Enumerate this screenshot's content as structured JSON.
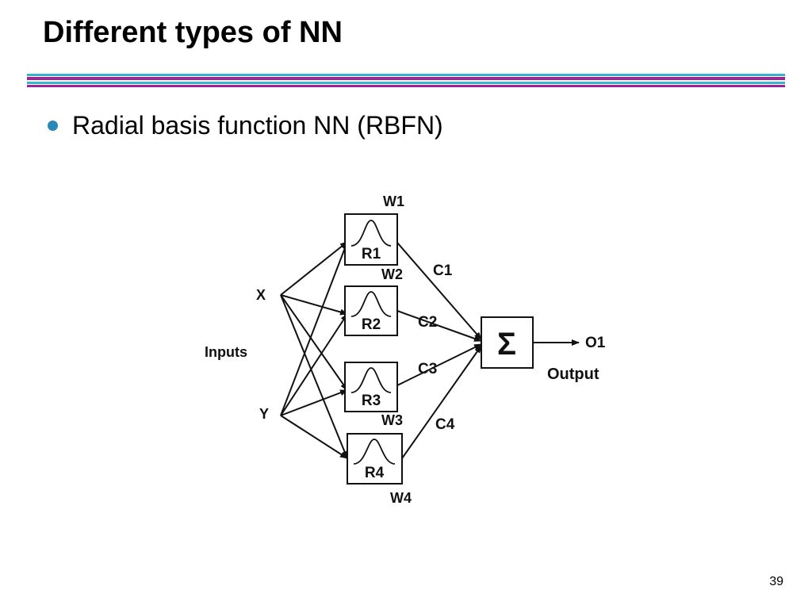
{
  "slide": {
    "title": "Different types of NN",
    "bullet": "Radial basis function NN (RBFN)",
    "page_number": "39"
  },
  "colors": {
    "rule_cyan": "#33b5cc",
    "rule_magenta": "#a0229a",
    "bullet": "#2b87b8"
  },
  "diagram": {
    "inputs_label": "Inputs",
    "output_label": "Output",
    "input_x": "X",
    "input_y": "Y",
    "output_node": "O1",
    "sum_symbol": "Σ",
    "rbf_units": [
      {
        "label": "R1",
        "weight": "W1",
        "coeff": "C1"
      },
      {
        "label": "R2",
        "weight": "W2",
        "coeff": "C2"
      },
      {
        "label": "R3",
        "weight": "W3",
        "coeff": "C3"
      },
      {
        "label": "R4",
        "weight": "W4",
        "coeff": "C4"
      }
    ]
  }
}
